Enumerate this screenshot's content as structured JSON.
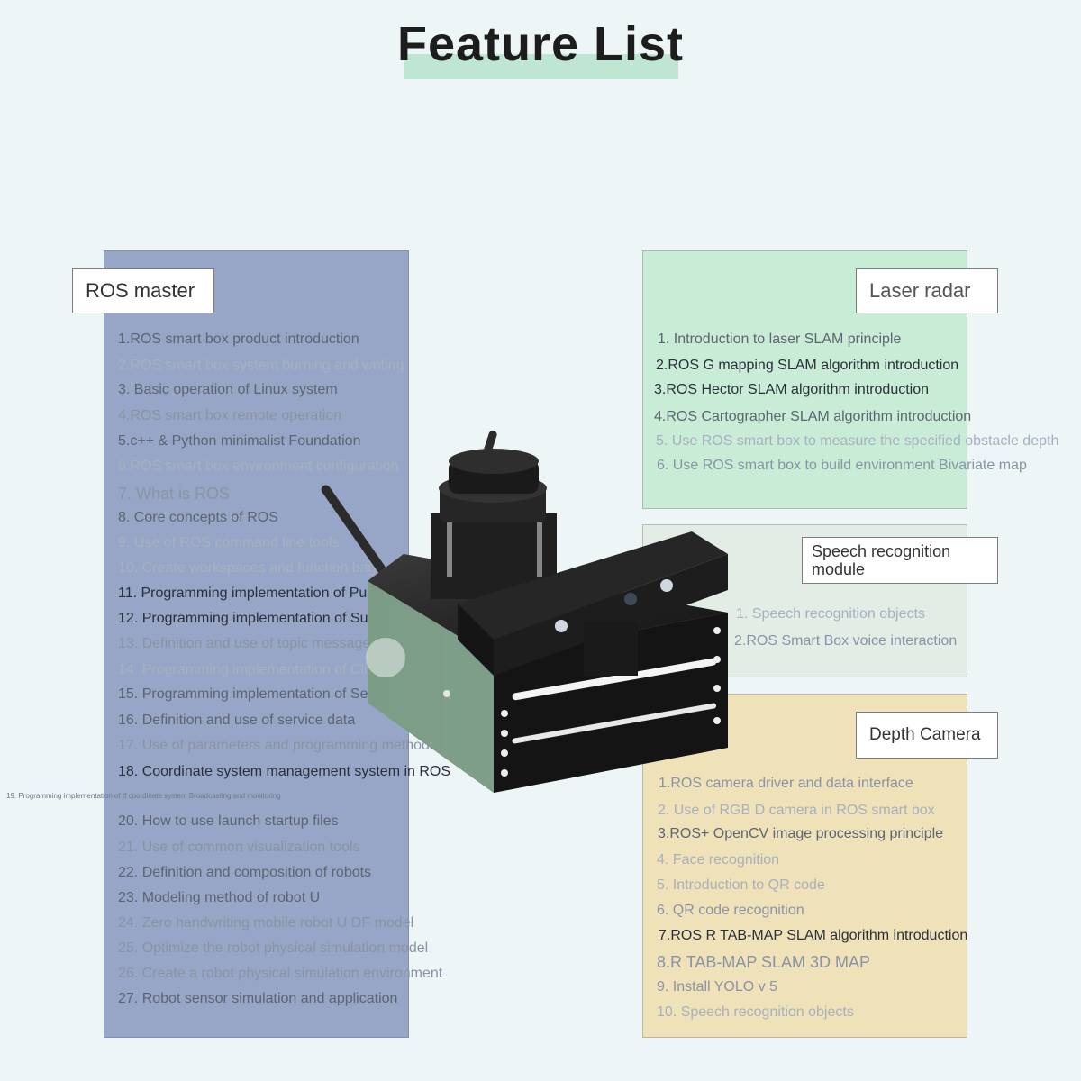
{
  "header": {
    "title": "Feature List"
  },
  "ros_master": {
    "label": "ROS master",
    "items": [
      "1.ROS smart box product introduction",
      "2.ROS smart box system burning and writing",
      "3. Basic operation of Linux system",
      "4.ROS smart box remote operation",
      "5.c++ & Python minimalist Foundation",
      "6.ROS smart box environment configuration",
      "7. What is ROS",
      "8. Core concepts of ROS",
      "9. Use of ROS command line tools",
      "10. Create workspaces and function bag",
      "11. Programming implementation of Publisher Pub",
      "12. Programming implementation of Subscriber Subscriber",
      "13. Definition and use of topic message",
      "14. Programming implementation of Client",
      "15. Programming implementation of Server",
      "16. Definition and use of service data",
      "17. Use of parameters and programming methods",
      "18. Coordinate system management system in ROS",
      "19. Programming implementation of tf coordinate system Broadcasting and monitoring",
      "20. How to use launch startup files",
      "21. Use of common visualization tools",
      "22. Definition and composition of robots",
      "23. Modeling method of robot U",
      "24. Zero handwriting mobile robot U DF model",
      "25. Optimize the robot physical simulation model",
      "26. Create a robot physical simulation environment",
      "27. Robot sensor simulation and application"
    ]
  },
  "laser_radar": {
    "label": "Laser radar",
    "items": [
      "1. Introduction to laser SLAM principle",
      "2.ROS G mapping SLAM algorithm introduction",
      "3.ROS Hector SLAM algorithm introduction",
      "4.ROS Cartographer SLAM algorithm introduction",
      "5. Use ROS smart box to measure the specified obstacle depth",
      "6. Use ROS smart box to build environment Bivariate map"
    ]
  },
  "speech_recognition": {
    "label": "Speech recognition module",
    "items": [
      "1. Speech recognition objects",
      "2.ROS Smart Box voice interaction"
    ]
  },
  "depth_camera": {
    "label": "Depth Camera",
    "items": [
      "1.ROS camera driver and data interface",
      "2. Use of RGB D camera in ROS smart box",
      "3.ROS+ OpenCV image processing principle",
      "4. Face recognition",
      "5. Introduction to QR code",
      "6. QR code recognition",
      "7.ROS R TAB-MAP SLAM algorithm introduction",
      "8.R TAB-MAP SLAM 3D MAP",
      "9. Install YOLO v 5",
      "10. Speech recognition objects"
    ]
  }
}
